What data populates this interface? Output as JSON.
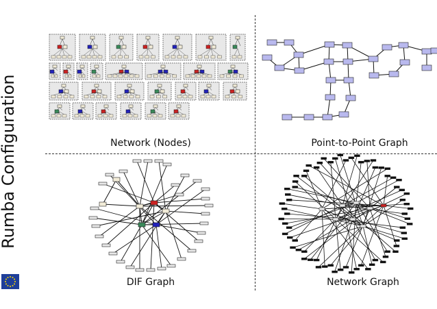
{
  "slide": {
    "side_title": "Rumba Configuration Explorer"
  },
  "captions": {
    "nodes": "Network (Nodes)",
    "p2p": "Point-to-Point Graph",
    "dif": "DIF Graph",
    "network": "Network Graph"
  },
  "colors": {
    "node_fill": "#e8e8e8",
    "node_box": "#f2ecd8",
    "p2p_node": "#b9b9ee",
    "red": "#cc2222",
    "blue": "#2222bb",
    "green": "#3a8a5a",
    "edge": "#111111",
    "flag": "#1f3f9a",
    "flag_star": "#ffdd00"
  },
  "icons": {
    "eu_flag": "eu-flag-icon"
  }
}
